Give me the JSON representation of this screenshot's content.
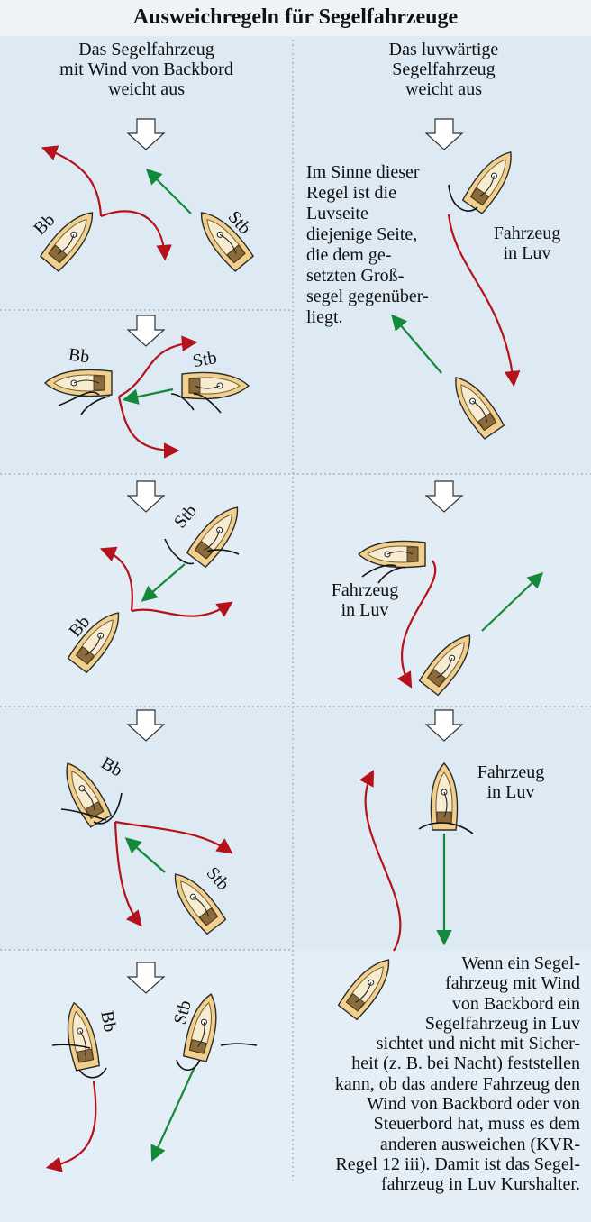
{
  "title": "Ausweichregeln für Segelfahrzeuge",
  "left_header": "Das Segelfahrzeug mit Wind von Backbord weicht aus",
  "left_header_lines": [
    "Das Segelfahrzeug",
    "mit Wind von Backbord",
    "weicht aus"
  ],
  "right_header_lines": [
    "Das luvwärtige",
    "Segelfahrzeug",
    "weicht aus"
  ],
  "luv_note_lines": [
    "Im Sinne dieser",
    "Regel ist die",
    "Luvseite",
    "diejenige Seite,",
    "die dem ge-",
    "setzten Groß-",
    "segel gegenüber-",
    "liegt."
  ],
  "bottom_note_lines": [
    "Wenn ein Segel-",
    "fahrzeug mit Wind",
    "von Backbord ein",
    "Segelfahrzeug in Luv",
    "sichtet und nicht mit Sicher-",
    "heit (z. B. bei Nacht) feststellen",
    "kann, ob das andere Fahrzeug den",
    "Wind von Backbord oder von",
    "Steuerbord hat, muss es dem",
    "anderen ausweichen (KVR-",
    "Regel 12 iii). Damit ist das Segel-",
    "fahrzeug in Luv Kurshalter."
  ],
  "labels": {
    "bb": "Bb",
    "stb": "Stb",
    "fahrzeug": "Fahrzeug",
    "in_luv": "in Luv"
  },
  "colors": {
    "background": "#dde9f3",
    "hull": "#f0d08c",
    "deck": "#f7ecd0",
    "cabin": "#8b6b3c",
    "red_arrow": "#b5121b",
    "green_arrow": "#138a3a",
    "line": "#111111"
  }
}
